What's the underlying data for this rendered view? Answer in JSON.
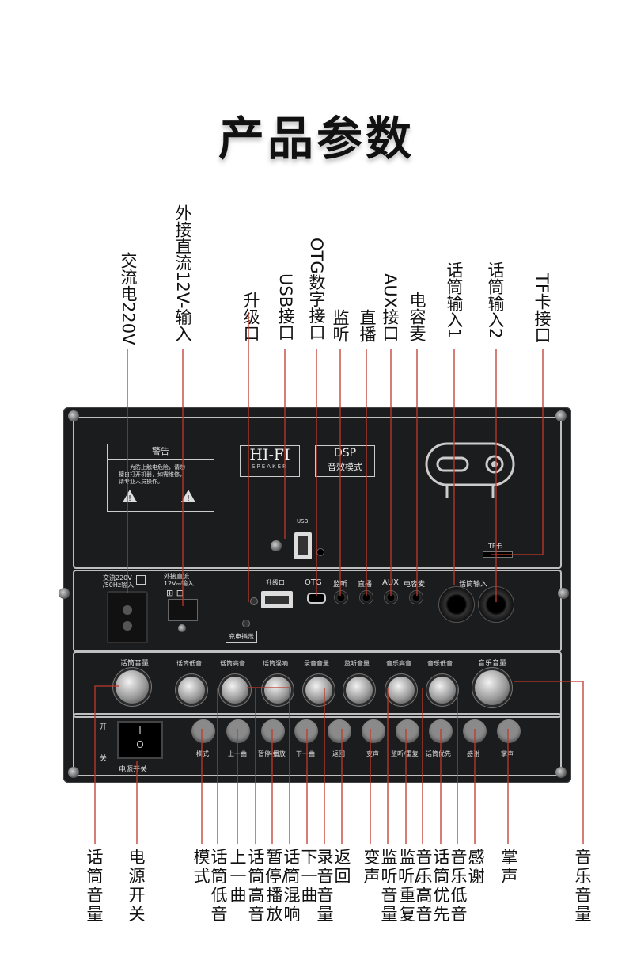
{
  "title": "产品参数",
  "top_labels": {
    "ac": "交流电220V",
    "dc": "外接直流12V-输入",
    "upgrade": "升级口",
    "usb": "USB接口",
    "otg": "OTG数字接口",
    "monitor": "监听",
    "live": "直播",
    "aux": "AUX接口",
    "condenser": "电容麦",
    "mic1": "话筒输入1",
    "mic2": "话筒输入2",
    "tf": "TF卡接口"
  },
  "panel": {
    "warning_title": "警告",
    "warning_text1": "为防止触电危险，请勿",
    "warning_text2": "擅自打开机器，如需维修，",
    "warning_text3": "请专业人员操作。",
    "hifi": "HI-FI",
    "speaker": "SPEAKER",
    "dsp": "DSP",
    "dsp_sub": "音效模式",
    "usb_small": "USB",
    "tf_small": "TF卡",
    "ac_label1": "交流220V~",
    "ac_label2": "/50Hz输入",
    "dc_label1": "外接直流",
    "dc_label2": "12V⎓输入",
    "upgrade_port": "升级口",
    "otg_port": "OTG",
    "monitor_port": "监听",
    "live_port": "直播",
    "aux_port": "AUX",
    "condenser_port": "电容麦",
    "mic_input": "话筒输入",
    "charge": "充电指示",
    "power_on": "开",
    "power_off": "关",
    "power_switch": "电源开关",
    "knobs": [
      "话筒音量",
      "话筒低音",
      "话筒高音",
      "话筒混响",
      "录音音量",
      "监听音量",
      "音乐高音",
      "音乐低音",
      "音乐音量"
    ],
    "buttons": [
      "模式",
      "上一曲",
      "暂停/播放",
      "下一曲",
      "返回",
      "变声",
      "监听/重复",
      "话筒优先",
      "感谢",
      "掌声"
    ]
  },
  "bottom_labels": {
    "mic_volume": "话筒音量",
    "power": "电源开关",
    "mode": "模式",
    "mic_bass": "话筒低音",
    "prev": "上一曲",
    "mic_treble": "话筒高音",
    "pause": "暂停/播放",
    "mic_reverb": "话筒混响",
    "next": "下一曲",
    "rec_volume": "录音音量",
    "back": "返回",
    "voice_change": "变声",
    "monitor_volume": "监听音量",
    "monitor_repeat": "监听/重复",
    "music_treble": "音乐高音",
    "mic_priority": "话筒优先",
    "music_bass": "音乐低音",
    "thanks": "感谢",
    "applause": "掌声",
    "music_volume": "音乐音量"
  },
  "colors": {
    "line": "#c0392b",
    "panel": "#1b1c1e"
  }
}
